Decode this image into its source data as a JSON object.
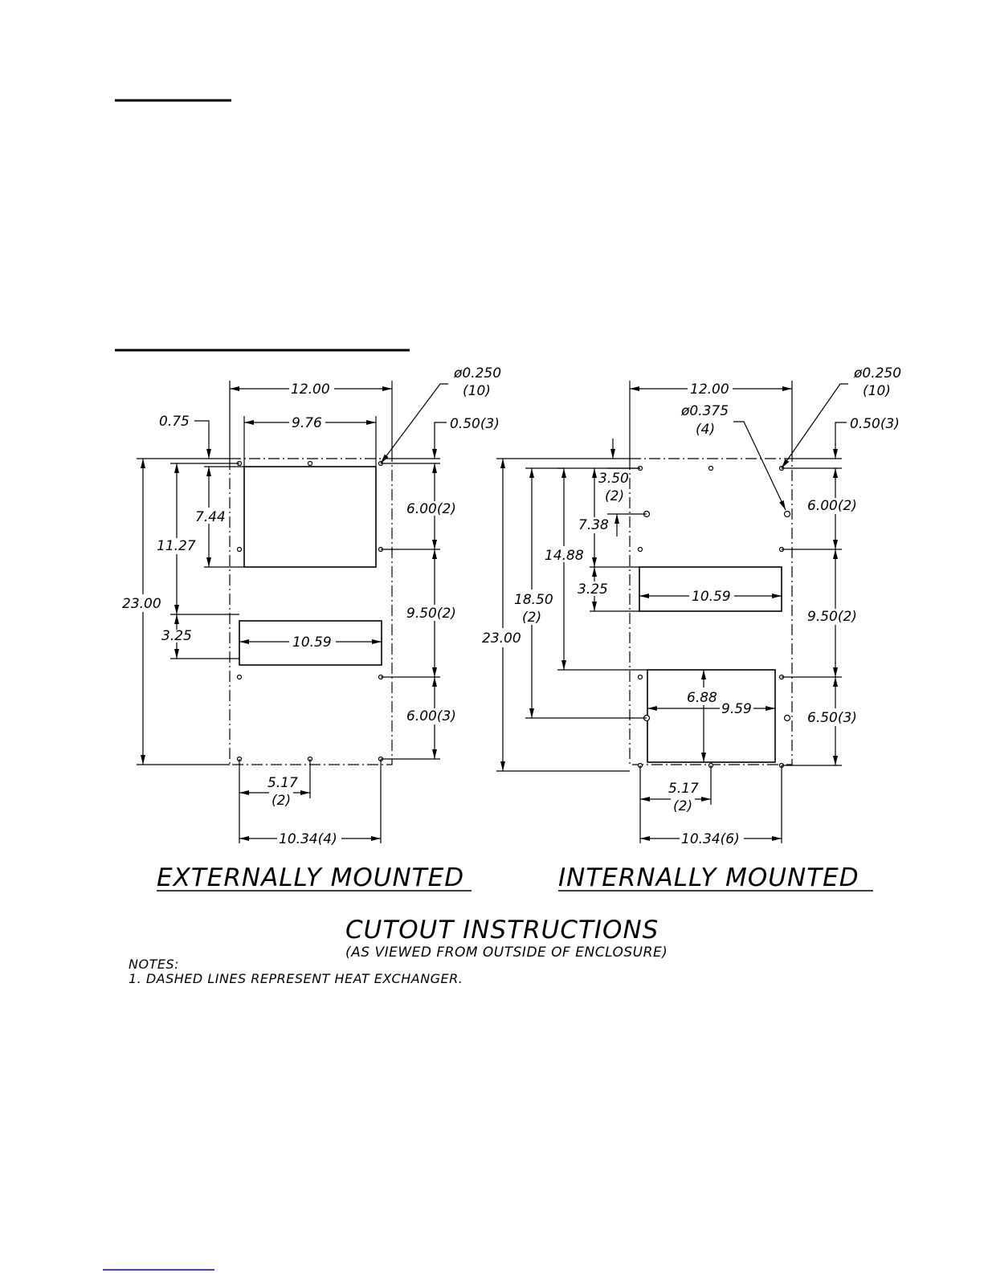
{
  "external": {
    "title": "EXTERNALLY MOUNTED",
    "dims": {
      "width_total": "12.00",
      "cutout_width": "9.76",
      "top_offset": "0.75",
      "hole_dia": "ø0.250",
      "hole_qty": "(10)",
      "edge_offset": "0.50(3)",
      "v_600_top": "6.00(2)",
      "v_950": "9.50(2)",
      "v_600_bot": "6.00(3)",
      "cutout_height": "7.44",
      "lower_cut_top": "11.27",
      "overall_height": "23.00",
      "lower_cut_height": "3.25",
      "lower_cut_width": "10.59",
      "h_517": "5.17",
      "h_517_qty": "(2)",
      "h_1034": "10.34(4)"
    }
  },
  "internal": {
    "title": "INTERNALLY MOUNTED",
    "dims": {
      "width_total": "12.00",
      "hole_dia": "ø0.250",
      "hole_qty": "(10)",
      "large_hole_dia": "ø0.375",
      "large_hole_qty": "(4)",
      "edge_offset": "0.50(3)",
      "v_350": "3.50",
      "v_350_qty": "(2)",
      "v_738": "7.38",
      "v_1488": "14.88",
      "v_1850": "18.50",
      "v_1850_qty": "(2)",
      "overall_height": "23.00",
      "upper_cut_height": "3.25",
      "upper_cut_width": "10.59",
      "v_600": "6.00(2)",
      "v_950": "9.50(2)",
      "v_650": "6.50(3)",
      "lower_cut_height": "6.88",
      "lower_cut_width": "9.59",
      "h_517": "5.17",
      "h_517_qty": "(2)",
      "h_1034": "10.34(6)"
    }
  },
  "caption": {
    "title": "CUTOUT INSTRUCTIONS",
    "subtitle": "(AS VIEWED FROM OUTSIDE OF ENCLOSURE)"
  },
  "notes": {
    "heading": "NOTES:",
    "items": [
      "1. DASHED LINES REPRESENT HEAT EXCHANGER."
    ]
  }
}
